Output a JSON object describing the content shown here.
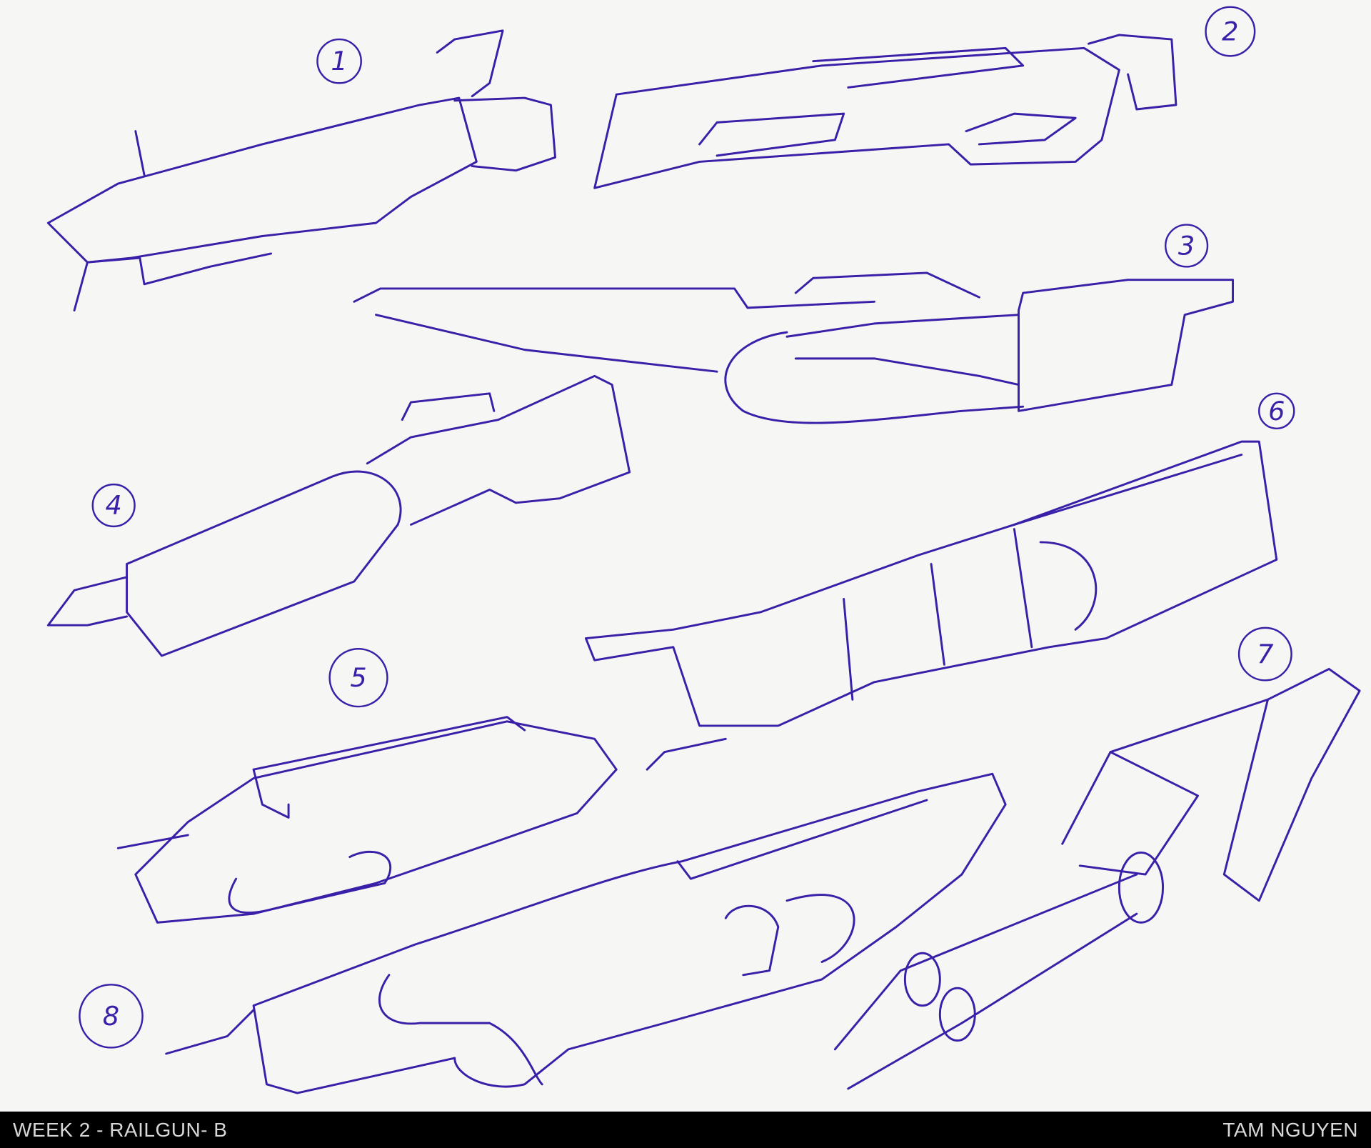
{
  "sketch": {
    "labels": [
      "1",
      "2",
      "3",
      "4",
      "5",
      "6",
      "7",
      "8"
    ],
    "ink_color": "#3a1fa8"
  },
  "caption": {
    "title": "WEEK 2 - RAILGUN- B",
    "author": "TAM NGUYEN"
  }
}
